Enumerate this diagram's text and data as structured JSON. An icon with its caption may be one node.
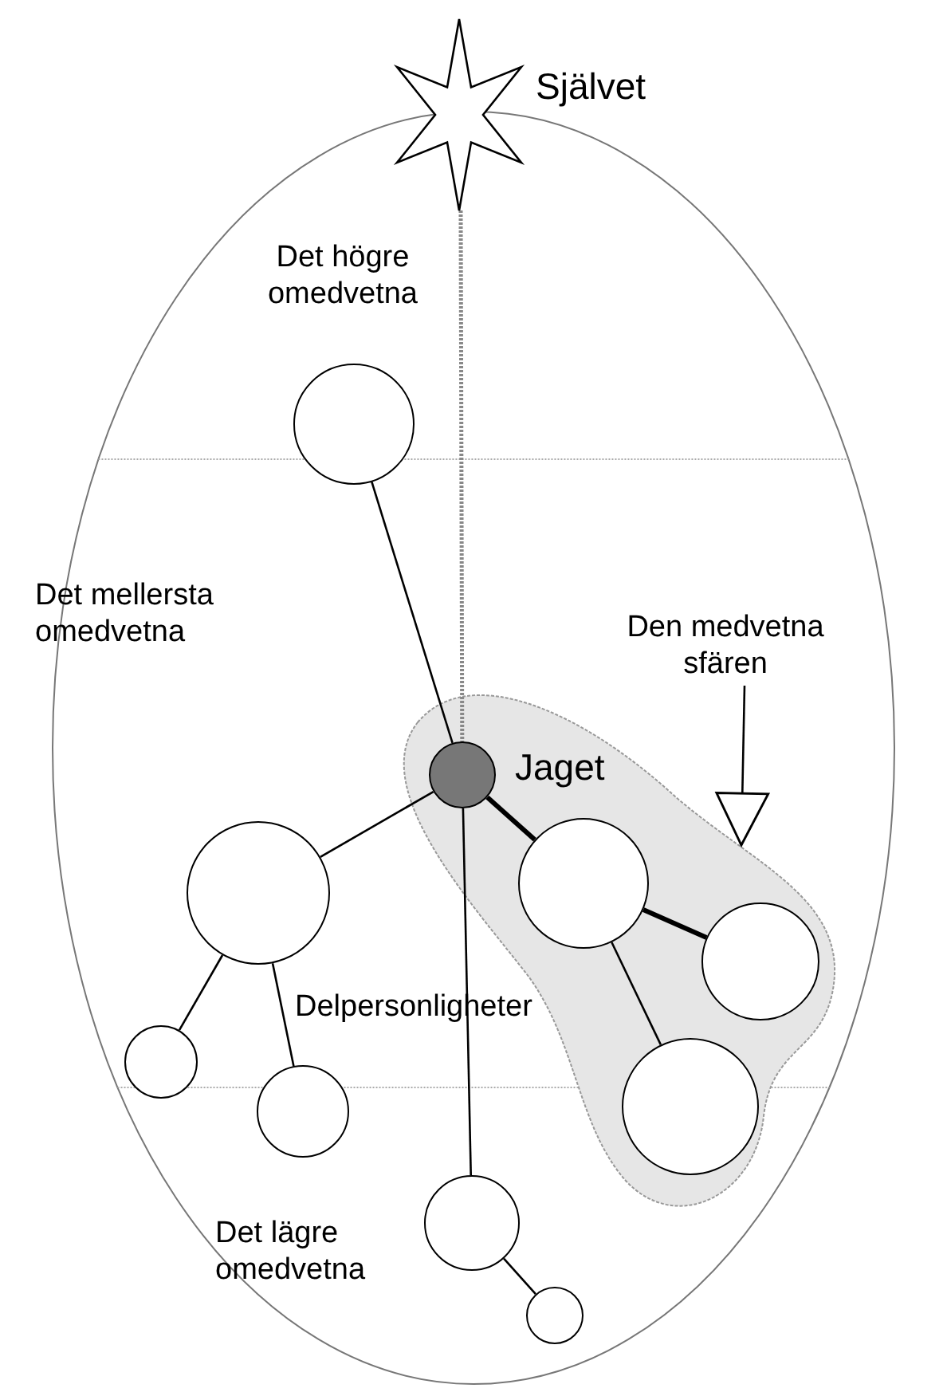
{
  "diagram": {
    "nodes": [
      {
        "text": [],
        "shape": "star",
        "beside": [
          "Självet"
        ]
      },
      {
        "text": [],
        "shape": "circle"
      },
      {
        "text": [],
        "shape": "blob"
      },
      {
        "text": [],
        "shape": "circle",
        "beside": [
          "Jaget"
        ],
        "in": 2
      },
      {
        "text": [],
        "shape": "circle"
      },
      {
        "text": [],
        "shape": "circle"
      },
      {
        "text": [],
        "shape": "circle"
      },
      {
        "text": [],
        "shape": "circle",
        "in": 2
      },
      {
        "text": [],
        "shape": "circle",
        "in": 2
      },
      {
        "text": [],
        "shape": "circle",
        "in": 2
      },
      {
        "text": [],
        "shape": "circle"
      },
      {
        "text": [],
        "shape": "circle"
      },
      {
        "text": [
          "Den medvetna sfären"
        ]
      }
    ],
    "edges": [
      {
        "from": 0,
        "to": 3,
        "arrow": "none",
        "style": "dashed",
        "color": "#888888"
      },
      {
        "from": 1,
        "to": 3,
        "arrow": "none"
      },
      {
        "from": 3,
        "to": 4,
        "arrow": "none"
      },
      {
        "from": 4,
        "to": 5,
        "arrow": "none"
      },
      {
        "from": 4,
        "to": 6,
        "arrow": "none"
      },
      {
        "from": 3,
        "to": 7,
        "arrow": "none",
        "style": "thick"
      },
      {
        "from": 7,
        "to": 8,
        "arrow": "none",
        "style": "thick"
      },
      {
        "from": 7,
        "to": 9,
        "arrow": "none"
      },
      {
        "from": 3,
        "to": 10,
        "arrow": "none"
      },
      {
        "from": 10,
        "to": 11,
        "arrow": "none"
      },
      {
        "from": 12,
        "to": 2,
        "arrow": "to"
      }
    ],
    "labels": [
      "Det högre omedvetna",
      "Det mellersta omedvetna",
      "Delpersonligheter",
      "Det lägre omedvetna"
    ]
  }
}
